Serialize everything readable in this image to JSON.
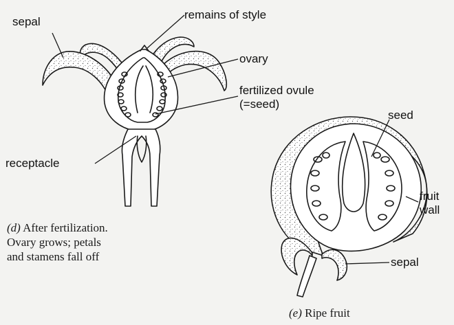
{
  "figure_d": {
    "labels": {
      "sepal": "sepal",
      "remains_of_style": "remains of style",
      "ovary": "ovary",
      "fertilized_ovule_line1": "fertilized ovule",
      "fertilized_ovule_line2": "(=seed)",
      "receptacle": "receptacle"
    },
    "caption": {
      "letter": "(d)",
      "line1": "After fertilization.",
      "line2": "Ovary grows; petals",
      "line3": "and stamens fall off"
    }
  },
  "figure_e": {
    "labels": {
      "seed": "seed",
      "fruit_wall_line1": "fruit",
      "fruit_wall_line2": "wall",
      "sepal": "sepal"
    },
    "caption": {
      "letter": "(e)",
      "text": "Ripe fruit"
    }
  },
  "colors": {
    "ink": "#1a1a1a",
    "paper": "#f3f3f1"
  }
}
